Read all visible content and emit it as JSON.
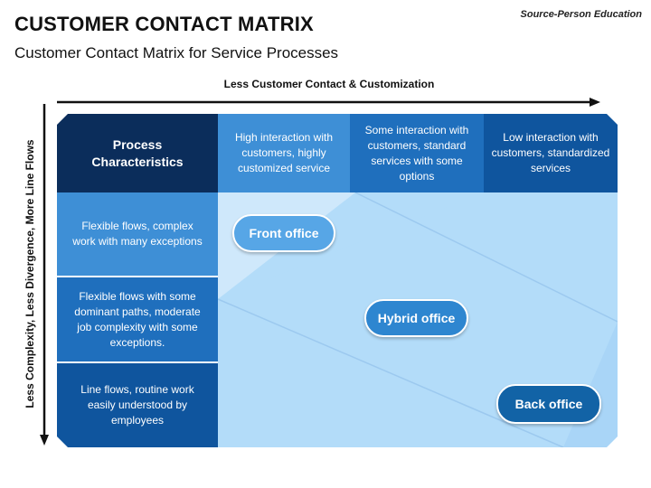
{
  "title": "CUSTOMER CONTACT MATRIX",
  "subtitle": "Customer Contact Matrix for Service Processes",
  "source": "Source-Person Education",
  "axes": {
    "horizontal": "Less Customer Contact & Customization",
    "vertical": "Less Complexity, Less Divergence, More Line Flows"
  },
  "matrix": {
    "corner": "Process Characteristics",
    "columns": [
      "High interaction with customers, highly customized service",
      "Some interaction with customers, standard services with some options",
      "Low interaction with customers, standardized services"
    ],
    "rows": [
      "Flexible flows, complex work with many exceptions",
      "Flexible flows with some dominant paths, moderate job complexity with some exceptions.",
      "Line flows, routine work easily understood by employees"
    ]
  },
  "zones": {
    "front": "Front office",
    "hybrid": "Hybrid office",
    "back": "Back office"
  },
  "colors": {
    "corner": "#0b2d5b",
    "col1": "#3e8fd6",
    "col2": "#1f6fbd",
    "col3": "#0f559e",
    "row1": "#3e8fd6",
    "row2": "#1f6fbd",
    "row3": "#0f559e",
    "zone_light": "#cfe8fb",
    "zone_mid": "#b3dcf9",
    "zone_bottom": "#a9d5f7"
  }
}
